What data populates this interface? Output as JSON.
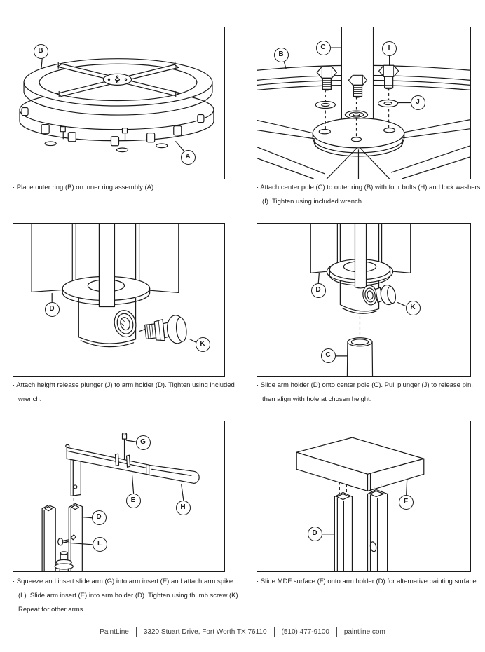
{
  "panels": [
    {
      "caption": "· Place outer ring (B) on inner ring assembly (A).",
      "labels": {
        "b": "B",
        "a": "A"
      }
    },
    {
      "caption": "· Attach center pole (C) to outer ring (B) with four bolts (H) and lock washers (I). Tighten using included wrench.",
      "labels": {
        "b": "B",
        "c": "C",
        "i": "I",
        "j": "J"
      }
    },
    {
      "caption": "· Attach height release plunger (J) to arm holder (D). Tighten using included wrench.",
      "labels": {
        "d": "D",
        "k": "K"
      }
    },
    {
      "caption": "· Slide arm holder (D) onto center pole (C). Pull plunger (J) to release pin, then align with hole at chosen height.",
      "labels": {
        "d": "D",
        "k": "K",
        "c": "C"
      }
    },
    {
      "caption": "· Squeeze and insert slide arm (G) into arm insert (E) and attach arm spike (L). Slide arm insert (E) into arm holder (D). Tighten using thumb screw (K). Repeat for other arms.",
      "labels": {
        "g": "G",
        "e": "E",
        "h": "H",
        "d": "D",
        "l": "L"
      }
    },
    {
      "caption": "· Slide MDF surface (F) onto arm holder (D) for alternative painting surface.",
      "labels": {
        "f": "F",
        "d": "D"
      }
    }
  ],
  "footer": {
    "brand": "PaintLine",
    "address": "3320 Stuart Drive, Fort Worth TX 76110",
    "phone": "(510) 477-9100",
    "website": "paintline.com"
  }
}
